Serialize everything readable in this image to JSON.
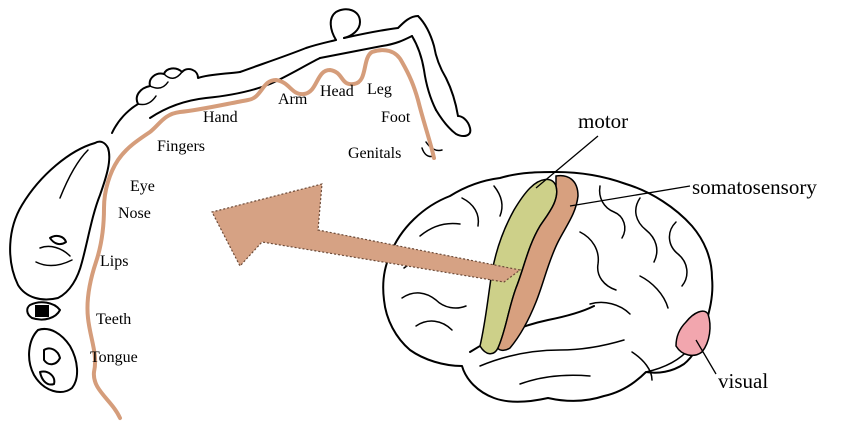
{
  "colors": {
    "cortex_strip": "#d59d7b",
    "motor_area": "#cdd089",
    "somatosensory_area": "#d7a07f",
    "visual_area": "#f2a6ae",
    "arrow_fill": "#d6a284",
    "outline": "#000000"
  },
  "homunculus": {
    "labels": {
      "genitals": "Genitals",
      "foot": "Foot",
      "leg": "Leg",
      "head": "Head",
      "arm": "Arm",
      "hand": "Hand",
      "fingers": "Fingers",
      "eye": "Eye",
      "nose": "Nose",
      "lips": "Lips",
      "teeth": "Teeth",
      "tongue": "Tongue"
    }
  },
  "brain": {
    "labels": {
      "motor": "motor",
      "somatosensory": "somatosensory",
      "visual": "visual"
    }
  }
}
